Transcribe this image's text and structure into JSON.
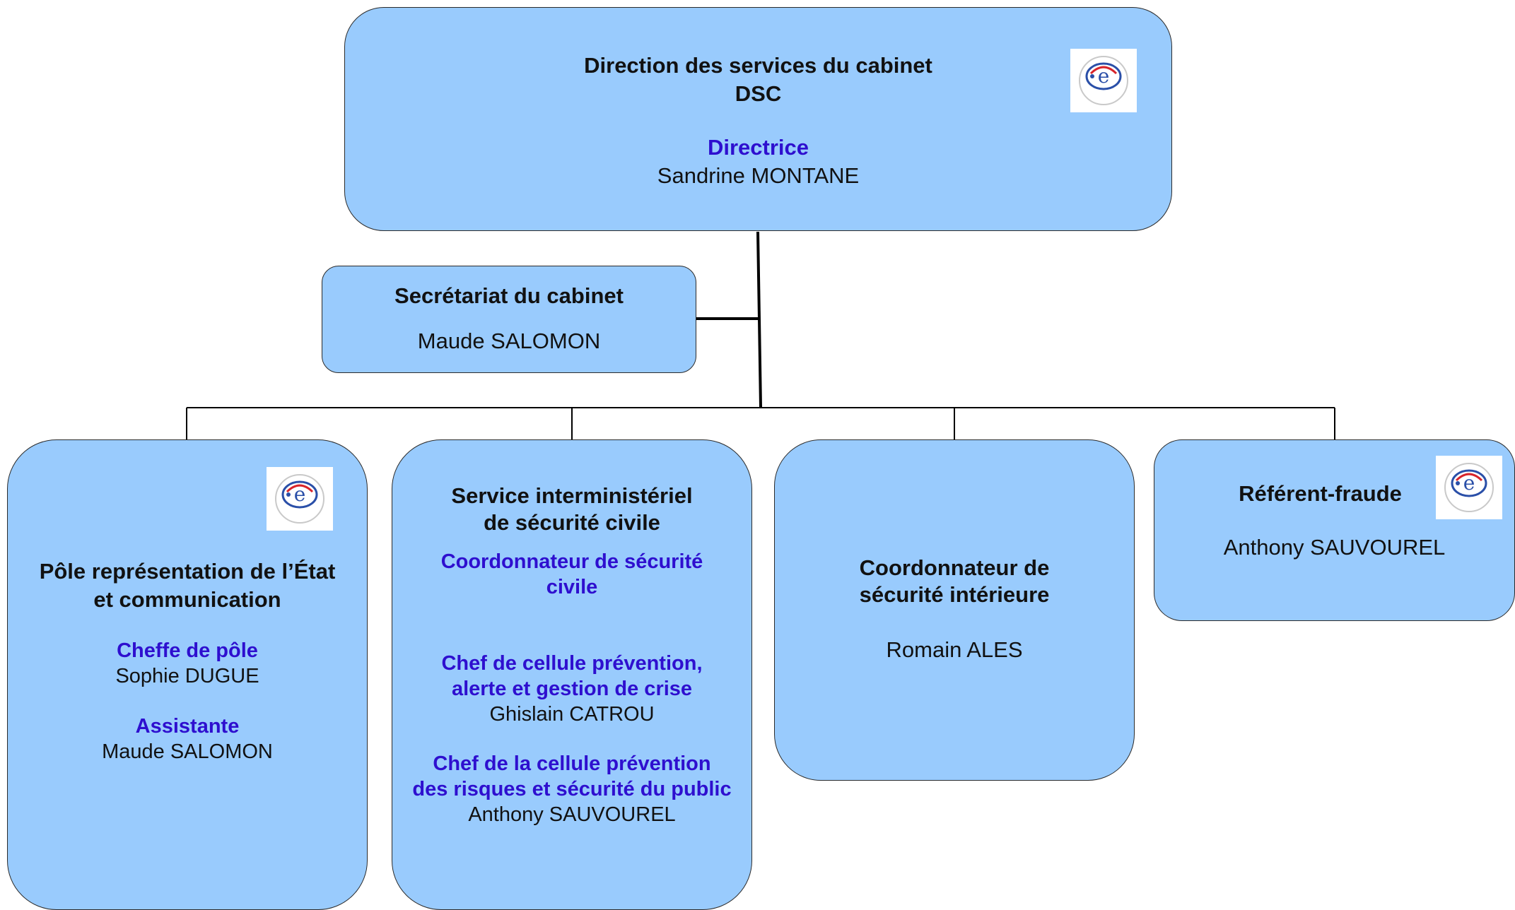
{
  "colors": {
    "box_fill": "#99cbfd",
    "role_text": "#2e0fcf",
    "line": "#000000"
  },
  "icons": {
    "logo": "qualipref-logo-icon"
  },
  "direction": {
    "title": "Direction des services du cabinet",
    "acronym": "DSC",
    "role": "Directrice",
    "person": "Sandrine MONTANE"
  },
  "secretariat": {
    "title": "Secrétariat du cabinet",
    "person": "Maude SALOMON"
  },
  "pole": {
    "title_line1": "Pôle représentation de l’État",
    "title_line2": "et communication",
    "role1": "Cheffe de pôle",
    "person1": "Sophie DUGUE",
    "role2": "Assistante",
    "person2": "Maude SALOMON"
  },
  "sisc": {
    "title_line1": "Service interministériel",
    "title_line2": "de sécurité civile",
    "role1_line1": "Coordonnateur de sécurité",
    "role1_line2": "civile",
    "role2_line1": "Chef de cellule prévention,",
    "role2_line2": "alerte et gestion de crise",
    "person2": "Ghislain CATROU",
    "role3_line1": "Chef de la cellule prévention",
    "role3_line2": "des risques et sécurité du public",
    "person3": "Anthony SAUVOUREL"
  },
  "csi": {
    "title_line1": "Coordonnateur de",
    "title_line2": "sécurité intérieure",
    "person": "Romain ALES"
  },
  "fraude": {
    "title": "Référent-fraude",
    "person": "Anthony SAUVOUREL"
  }
}
